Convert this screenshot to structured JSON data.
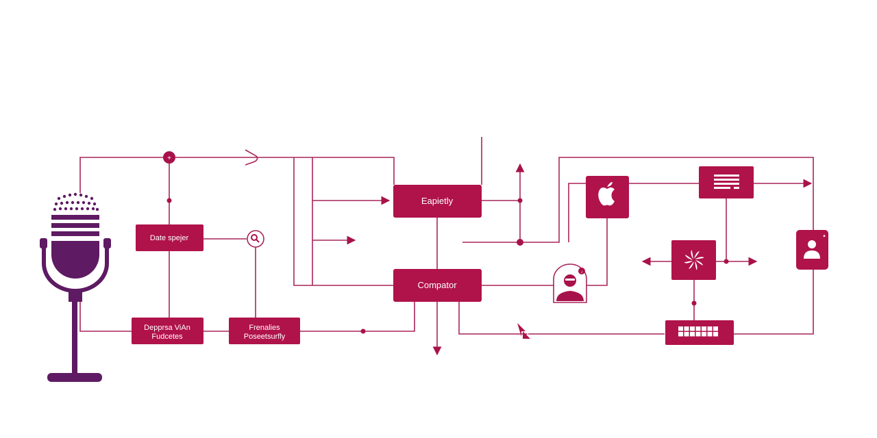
{
  "diagram": {
    "title": "",
    "colors": {
      "accent": "#b0124a",
      "wire": "#a8245a",
      "microphone": "#5e1a62",
      "background": "#ffffff"
    },
    "nodes": [
      {
        "id": "data-splitter",
        "label": "Date spejer"
      },
      {
        "id": "deprecation-features",
        "label_line1": "Depprsa ViAn",
        "label_line2": "Fudcetes"
      },
      {
        "id": "personal-processing",
        "label_line1": "Frenalies",
        "label_line2": "Poseetsurfly"
      },
      {
        "id": "capacity",
        "label": "Eapietly"
      },
      {
        "id": "comparator",
        "label": "Compator"
      }
    ],
    "icons": [
      {
        "id": "microphone",
        "icon": "microphone-icon"
      },
      {
        "id": "search",
        "icon": "search-icon"
      },
      {
        "id": "apple",
        "icon": "apple-icon"
      },
      {
        "id": "document",
        "icon": "document-lines-icon"
      },
      {
        "id": "pinwheel",
        "icon": "pinwheel-icon"
      },
      {
        "id": "keyboard",
        "icon": "keyboard-icon"
      },
      {
        "id": "user-card",
        "icon": "user-icon"
      },
      {
        "id": "face-portrait",
        "icon": "person-portrait-icon"
      },
      {
        "id": "cursor",
        "icon": "cursor-icon"
      }
    ]
  }
}
